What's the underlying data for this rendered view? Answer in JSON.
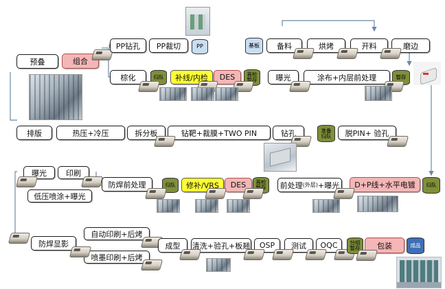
{
  "row1": {
    "preplate": "预叠",
    "combine": "组合",
    "pp_drill": "PP钻孔",
    "pp_cut": "PP裁切",
    "pp_cyl": "PP",
    "brown": "棕化",
    "return_cyl": "归队",
    "patch_check": "补线/内检",
    "des": "DES",
    "first_check_store": "首检\n暂存",
    "substrate_cyl": "基板",
    "prep_material": "备料",
    "bake": "烘烤",
    "open_material": "开料",
    "edge_grind": "磨边",
    "temp_store": "暂存",
    "expose": "曝光",
    "coat_pretreat": "涂布+内层前处理"
  },
  "row2": {
    "layout": "排版",
    "press": "热压+冷压",
    "split": "拆分板",
    "drill_target": "钻靶+裁膜+TWO PIN",
    "drill": "钻孔",
    "prep_return": "准备\n归队",
    "depin": "脱PIN+ 验孔"
  },
  "row3": {
    "expose": "曝光",
    "print": "印刷",
    "low_spray": "低压喷涂+曝光",
    "solder_pre": "防焊前处理",
    "return_cyl": "归队",
    "repair_vrs": "修补/VRS",
    "des": "DES",
    "first_check_store": "首检\n暂存",
    "pretreat_outer": "前处理",
    "pretreat_outer_small": "(外层)",
    "pretreat_outer_tail": "+曝光",
    "dp_line": "D+P线+水平电镀",
    "return_cyl2": "归队"
  },
  "row4": {
    "solder_dev": "防焊显影",
    "auto_print": "自动印刷+后烤",
    "ink_print": "喷墨印刷+后烤",
    "form": "成型",
    "wash": "清洗+验孔+板翘",
    "osp": "OSP",
    "test": "测试",
    "oqc": "OQC",
    "group_store": "分组\n暂存",
    "pack": "包装",
    "finished": "成品"
  },
  "colors": {
    "pink": "#f4b6b6",
    "yellow": "#ffff33",
    "olive": "#7f8f3a",
    "blue": "#3f6fb5",
    "light_blue": "#c9def3"
  }
}
